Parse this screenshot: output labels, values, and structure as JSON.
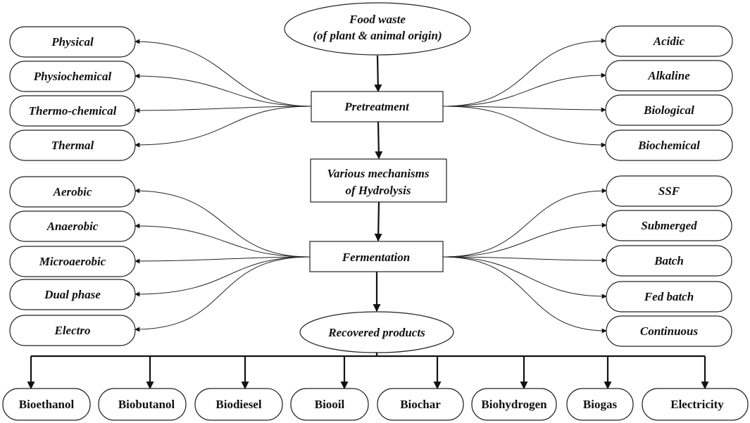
{
  "nodes": {
    "food_waste": [
      "Food waste",
      "(of plant & animal origin)"
    ],
    "pretreatment": "Pretreatment",
    "hydrolysis": [
      "Various mechanisms",
      "of Hydrolysis"
    ],
    "fermentation": "Fermentation",
    "recovered": "Recovered products"
  },
  "pretreatment_left": [
    "Physical",
    "Physiochemical",
    "Thermo-chemical",
    "Thermal"
  ],
  "pretreatment_right": [
    "Acidic",
    "Alkaline",
    "Biological",
    "Biochemical"
  ],
  "fermentation_left": [
    "Aerobic",
    "Anaerobic",
    "Microaerobic",
    "Dual phase",
    "Electro"
  ],
  "fermentation_right": [
    "SSF",
    "Submerged",
    "Batch",
    "Fed batch",
    "Continuous"
  ],
  "products": [
    "Bioethanol",
    "Biobutanol",
    "Biodiesel",
    "Biooil",
    "Biochar",
    "Biohydrogen",
    "Biogas",
    "Electricity"
  ],
  "colors": {
    "line": "#222222",
    "highlight_border": "#5b9bd5"
  }
}
